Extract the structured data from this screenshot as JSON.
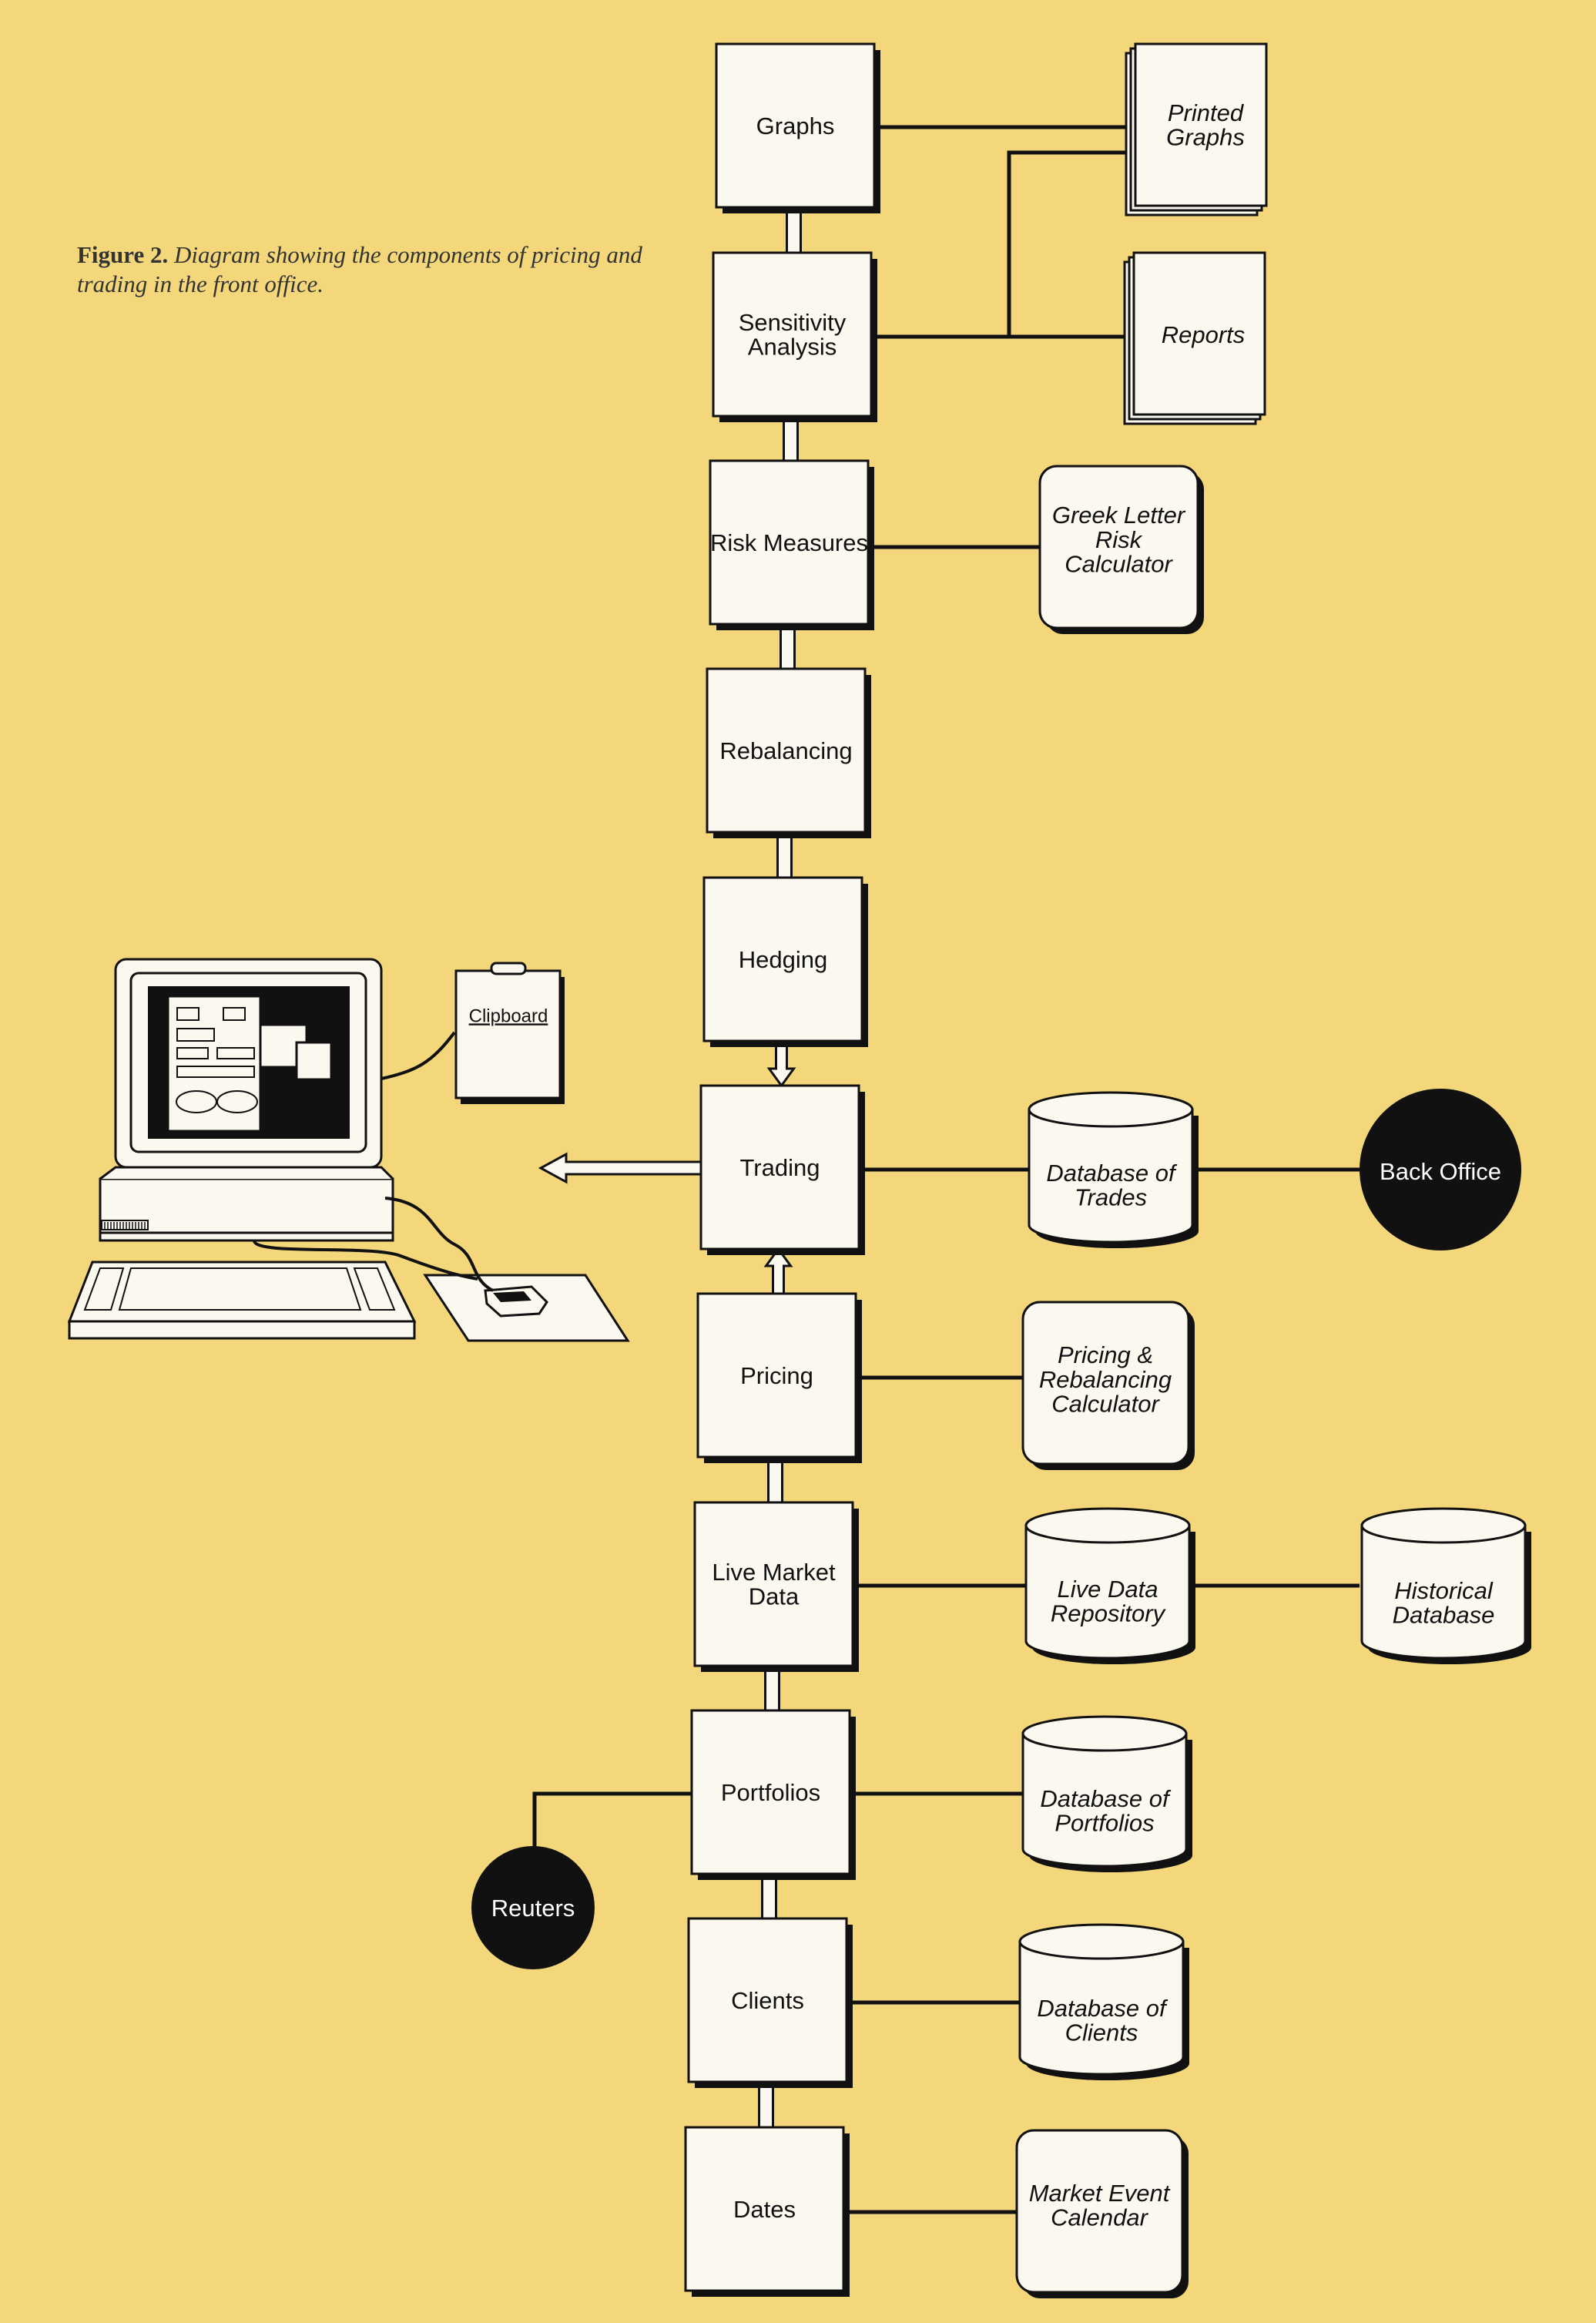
{
  "caption": {
    "lead": "Figure 2.",
    "rest": "Diagram showing the components of pricing and trading in the front office."
  },
  "components": [
    {
      "label": "Graphs"
    },
    {
      "label": "Sensitivity Analysis"
    },
    {
      "label": "Risk Measures"
    },
    {
      "label": "Rebalancing"
    },
    {
      "label": "Hedging"
    },
    {
      "label": "Trading"
    },
    {
      "label": "Pricing"
    },
    {
      "label": "Live Market Data"
    },
    {
      "label": "Portfolios"
    },
    {
      "label": "Clients"
    },
    {
      "label": "Dates"
    }
  ],
  "outputs": {
    "printed_graphs": "Printed Graphs",
    "reports": "Reports",
    "greek_calculator": "Greek Letter Risk Calculator",
    "pricing_calculator": "Pricing & Rebalancing Calculator",
    "market_event_calendar": "Market Event Calendar"
  },
  "databases": {
    "trades": "Database of Trades",
    "live_data": "Live Data Repository",
    "historical": "Historical Database",
    "portfolios": "Database of Portfolios",
    "clients": "Database of Clients"
  },
  "externals": {
    "back_office": "Back Office",
    "reuters": "Reuters"
  },
  "workstation": {
    "clipboard": "Clipboard"
  },
  "colors": {
    "background": "#f3d77a",
    "box_fill": "#fbf8ef",
    "ink": "#111111"
  }
}
